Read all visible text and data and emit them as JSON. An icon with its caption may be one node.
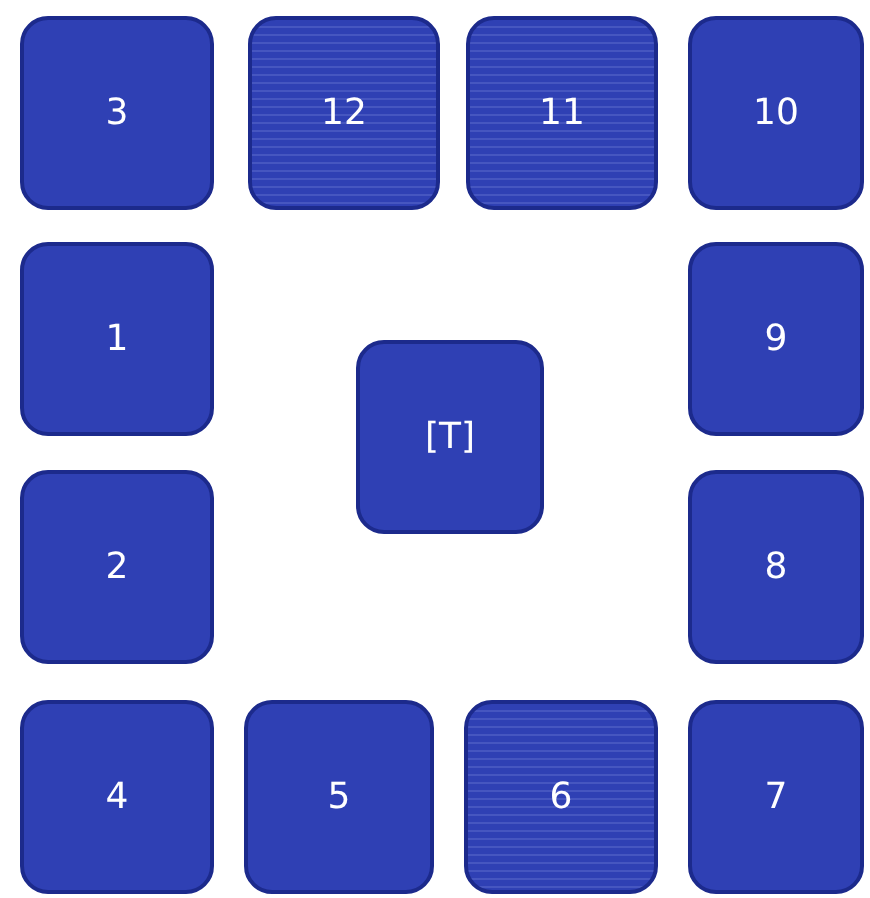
{
  "diagram": {
    "nodes": [
      {
        "text": [
          "3"
        ]
      },
      {
        "text": [
          "12"
        ]
      },
      {
        "text": [
          "11"
        ]
      },
      {
        "text": [
          "10"
        ]
      },
      {
        "text": [
          "1"
        ]
      },
      {
        "text": [
          "9"
        ]
      },
      {
        "text": [
          "[T]"
        ]
      },
      {
        "text": [
          "2"
        ]
      },
      {
        "text": [
          "8"
        ]
      },
      {
        "text": [
          "4"
        ]
      },
      {
        "text": [
          "5"
        ]
      },
      {
        "text": [
          "6"
        ]
      },
      {
        "text": [
          "7"
        ]
      }
    ]
  }
}
